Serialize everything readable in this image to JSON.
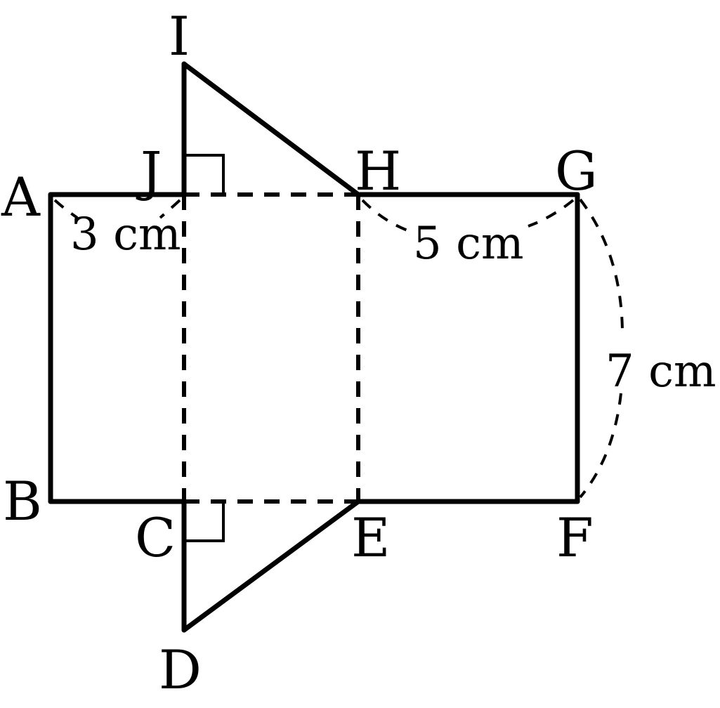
{
  "points": {
    "A": "A",
    "B": "B",
    "C": "C",
    "D": "D",
    "E": "E",
    "F": "F",
    "G": "G",
    "H": "H",
    "I": "I",
    "J": "J"
  },
  "measures": {
    "aj": "3 cm",
    "hg": "5 cm",
    "gf": "7 cm"
  }
}
